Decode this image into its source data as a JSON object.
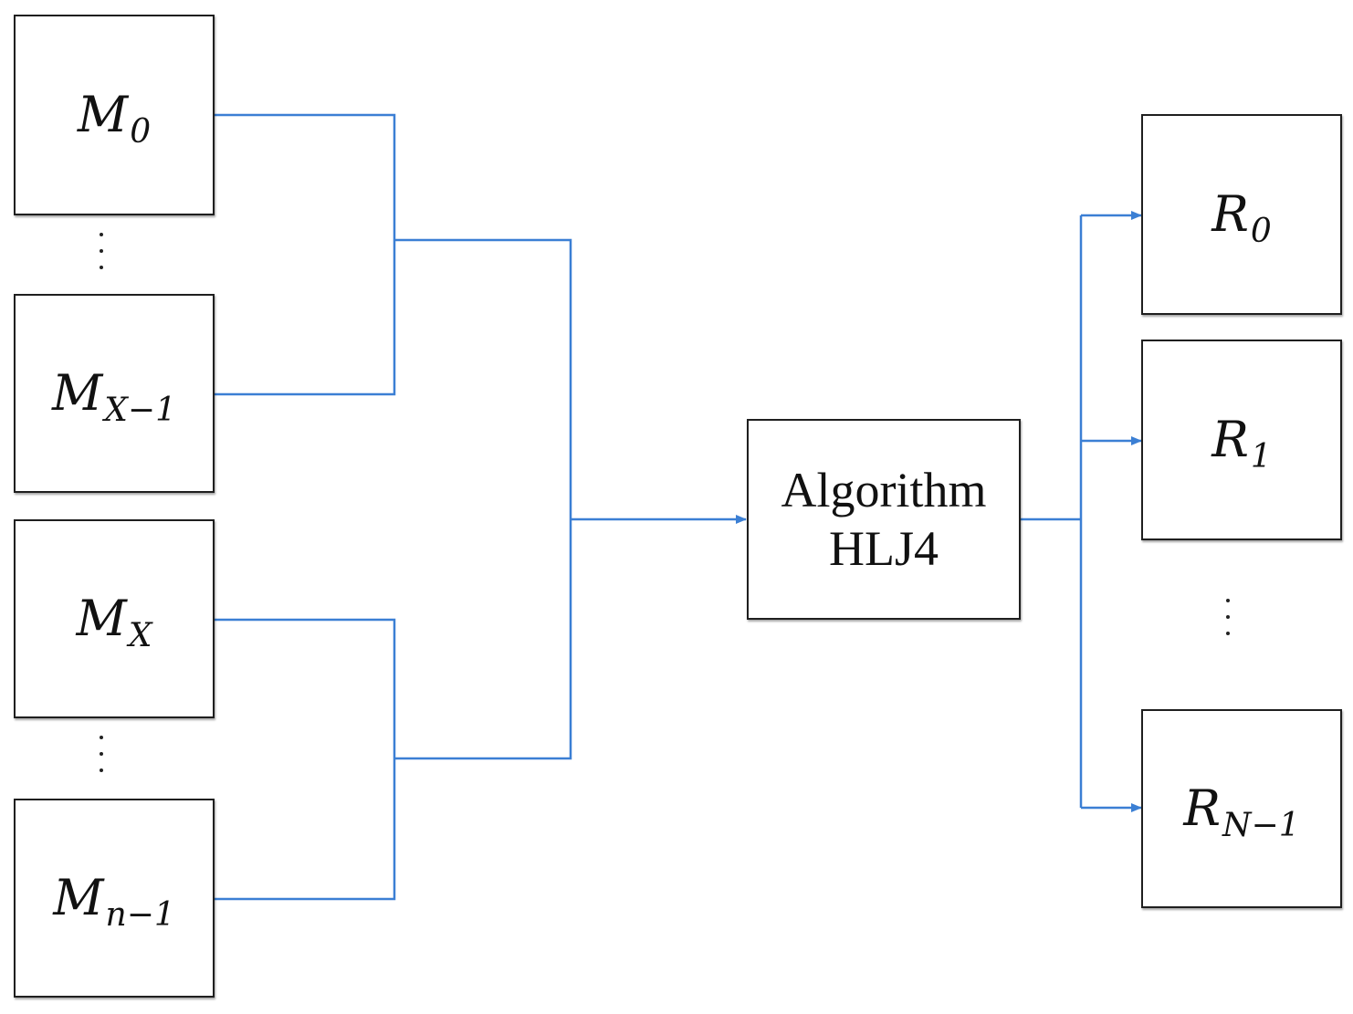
{
  "colors": {
    "connector": "#3b7fd4",
    "box_border": "#1f1f1f",
    "text": "#111111"
  },
  "inputs": [
    {
      "main": "M",
      "sub": "0"
    },
    {
      "main": "M",
      "sub": "X−1"
    },
    {
      "main": "M",
      "sub": "X"
    },
    {
      "main": "M",
      "sub": "n−1"
    }
  ],
  "algorithm": {
    "line1": "Algorithm",
    "line2": "HLJ4"
  },
  "outputs": [
    {
      "main": "R",
      "sub": "0"
    },
    {
      "main": "R",
      "sub": "1"
    },
    {
      "main": "R",
      "sub": "N−1"
    }
  ]
}
